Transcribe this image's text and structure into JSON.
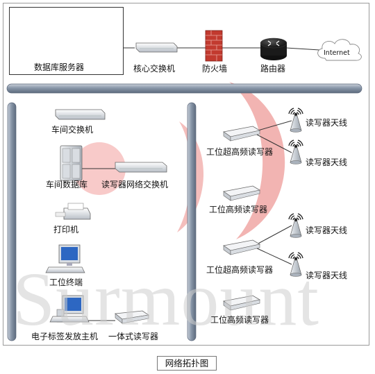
{
  "watermark": "Surmount",
  "caption": "网络拓扑图",
  "nodes": {
    "db_server": "数据库服务器",
    "core_switch": "核心交换机",
    "firewall": "防火墙",
    "router": "路由器",
    "internet": "Internet",
    "workshop_switch": "车间交换机",
    "workshop_db": "车间数据库",
    "reader_switch": "读写器网络交换机",
    "printer": "打印机",
    "terminal": "工位终端",
    "issuer_host": "电子标签发放主机",
    "integrated_reader": "一体式读写器",
    "uhf_reader_1": "工位超高频读写器",
    "hf_reader_1": "工位高频读写器",
    "uhf_reader_2": "工位超高频读写器",
    "hf_reader_2": "工位高频读写器",
    "antenna_1": "读写器天线",
    "antenna_2": "读写器天线",
    "antenna_3": "读写器天线",
    "antenna_4": "读写器天线"
  },
  "colors": {
    "bus": "#8e9bac",
    "watermark_red": "#e8322e"
  }
}
